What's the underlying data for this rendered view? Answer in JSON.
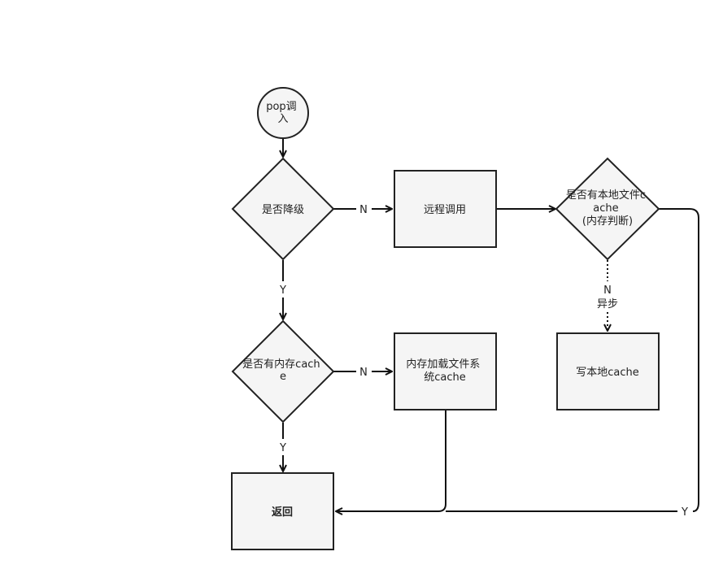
{
  "nodes": {
    "start": {
      "lines": [
        "pop调",
        "入"
      ]
    },
    "degrade": {
      "lines": [
        "是否降级"
      ]
    },
    "remote": {
      "lines": [
        "远程调用"
      ]
    },
    "local_check": {
      "lines": [
        "是否有本地文件c",
        "ache",
        "(内存判断)"
      ]
    },
    "mem_check": {
      "lines": [
        "是否有内存cach",
        "e"
      ]
    },
    "load_fs": {
      "lines": [
        "内存加载文件系",
        "统cache"
      ]
    },
    "write_local": {
      "lines": [
        "写本地cache"
      ]
    },
    "return": {
      "lines": [
        "返回"
      ]
    }
  },
  "edges": {
    "degrade_n": "N",
    "degrade_y": "Y",
    "mem_n": "N",
    "mem_y": "Y",
    "local_n": "N",
    "local_async": "异步",
    "local_y": "Y"
  }
}
